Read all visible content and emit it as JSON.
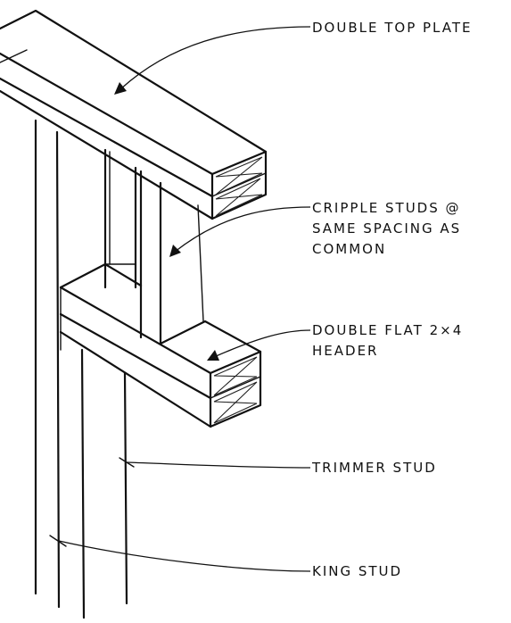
{
  "diagram": {
    "labels": {
      "double_top_plate": "DOUBLE TOP PLATE",
      "cripple_studs": {
        "line1": "CRIPPLE STUDS @",
        "line2": "SAME SPACING AS",
        "line3": "COMMON"
      },
      "header": {
        "line1": "DOUBLE FLAT 2×4",
        "line2": "HEADER"
      },
      "trimmer_stud": "TRIMMER STUD",
      "king_stud": "KING STUD"
    }
  }
}
